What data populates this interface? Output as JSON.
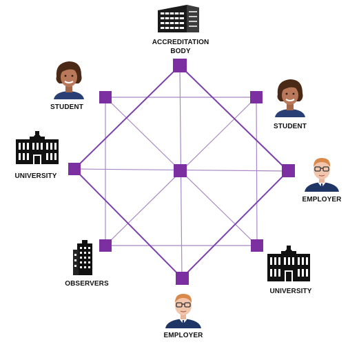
{
  "colors": {
    "edge": "#7a3fa8",
    "node": "#7b2fa0",
    "line_thin": "#a888c4"
  },
  "labels": {
    "accreditation_line1": "ACCREDITATION",
    "accreditation_line2": "BODY",
    "student_left": "STUDENT",
    "student_right": "STUDENT",
    "university_left": "UNIVERSITY",
    "employer_right": "EMPLOYER",
    "observers": "OBSERVERS",
    "university_right": "UNIVERSITY",
    "employer_bottom": "EMPLOYER"
  },
  "icons": {
    "accreditation": "office-building-icon",
    "student_left": "student-avatar-icon",
    "student_right": "student-avatar-icon",
    "university_left": "university-building-icon",
    "employer_right": "employer-avatar-icon",
    "observers": "tower-building-icon",
    "university_right": "university-building-icon",
    "employer_bottom": "employer-avatar-icon"
  }
}
